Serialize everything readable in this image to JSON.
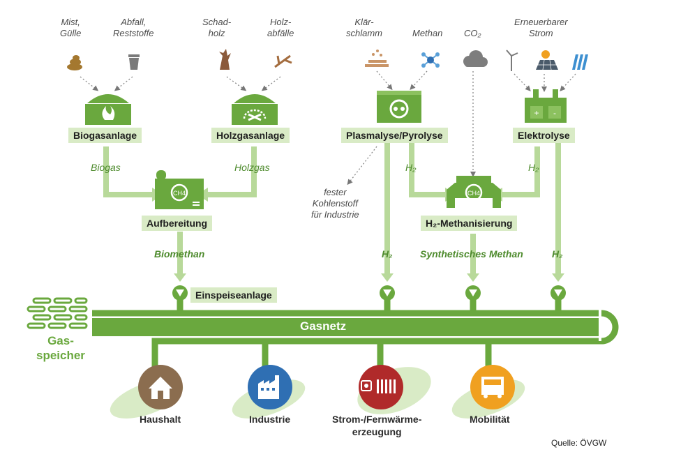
{
  "sources": {
    "mist": "Mist,\nGülle",
    "abfall": "Abfall,\nReststoffe",
    "schadholz": "Schad-\nholz",
    "holzabfaelle": "Holz-\nabfälle",
    "klaerschlamm": "Klär-\nschlamm",
    "methan": "Methan",
    "co2": "CO₂",
    "strom": "Erneuerbarer\nStrom"
  },
  "plants": {
    "biogas": "Biogasanlage",
    "holzgas": "Holzgasanlage",
    "plasmalyse": "Plasmalyse/Pyrolyse",
    "elektrolyse": "Elektrolyse",
    "aufbereitung": "Aufbereitung",
    "methanisierung": "H₂-Methanisierung",
    "einspeise": "Einspeiseanlage"
  },
  "flows": {
    "biogas": "Biogas",
    "holzgas": "Holzgas",
    "h2_plasma": "H₂",
    "h2_elektro": "H₂",
    "biomethan": "Biomethan",
    "h2_feed1": "H₂",
    "synth": "Synthetisches Methan",
    "h2_feed2": "H₂"
  },
  "notes": {
    "kohlenstoff": "fester\nKohlenstoff\nfür Industrie"
  },
  "network": {
    "gasnetz": "Gasnetz",
    "speicher": "Gas-\nspeicher"
  },
  "consumers": {
    "haushalt": "Haushalt",
    "industrie": "Industrie",
    "strom": "Strom-/Fernwärme-\nerzeugung",
    "mobilitaet": "Mobilität"
  },
  "quelle": "Quelle: ÖVGW",
  "colors": {
    "green": "#6aa83e",
    "light_green": "#d9ebc6",
    "pipe_light": "#b8d99a",
    "brown": "#8b6d4f",
    "blue": "#2f6fb3",
    "red": "#b02a2a",
    "orange": "#f0a020"
  },
  "icons": [
    "poop-icon",
    "trash-bin-icon",
    "tree-stump-icon",
    "branches-icon",
    "sludge-icon",
    "molecule-icon",
    "cloud-icon",
    "wind-turbine-icon",
    "solar-panel-icon",
    "hydro-icon",
    "house-icon",
    "factory-icon",
    "power-plant-icon",
    "truck-icon",
    "gas-storage-icon"
  ]
}
